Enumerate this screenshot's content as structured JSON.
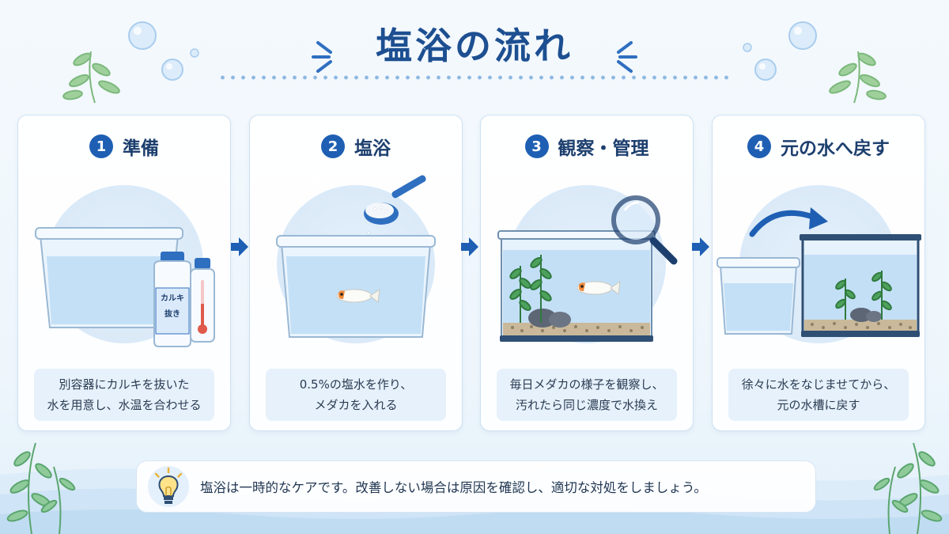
{
  "title": "塩浴の流れ",
  "steps": [
    {
      "number": "1",
      "title": "準備",
      "desc_lines": [
        "別容器にカルキを抜いた",
        "水を用意し、水温を合わせる"
      ],
      "bottle_label": "カルキ\n抜き"
    },
    {
      "number": "2",
      "title": "塩浴",
      "desc_lines": [
        "0.5%の塩水を作り、",
        "メダカを入れる"
      ]
    },
    {
      "number": "3",
      "title": "観察・管理",
      "desc_lines": [
        "毎日メダカの様子を観察し、",
        "汚れたら同じ濃度で水換え"
      ]
    },
    {
      "number": "4",
      "title": "元の水へ戻す",
      "desc_lines": [
        "徐々に水をなじませてから、",
        "元の水槽に戻す"
      ]
    }
  ],
  "tip": "塩浴は一時的なケアです。改善しない場合は原因を確認し、適切な対処をしましょう。",
  "colors": {
    "accent": "#1e5fb3",
    "title": "#1d4f91",
    "water": "#bcdcf5"
  }
}
